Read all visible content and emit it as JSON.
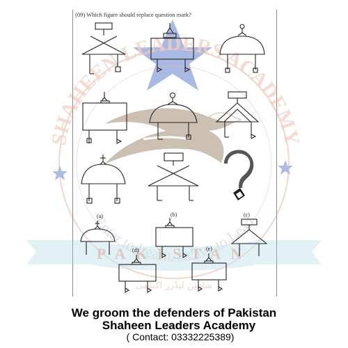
{
  "question": {
    "text": "(09) Which figure should replace question mark?"
  },
  "watermark": {
    "academy_name": "SHAHEEN LEADERS ACADEMY",
    "motto": "Enter to Learn, Leave to Lead",
    "country": "PAKISTAN",
    "urdu_text": "شاہین لیڈرز اکیڈمی",
    "colors": {
      "star": "#3f5fbf",
      "ring": "#d9836b",
      "band": "#9fd0df",
      "text": "#c9826e"
    }
  },
  "options": [
    "(a)",
    "(b)",
    "(c)",
    "(d)",
    "(e)"
  ],
  "footer": {
    "line1": "We groom the defenders of Pakistan",
    "line2": "Shaheen Leaders Academy",
    "line3": "( Contact: 03332225389)"
  }
}
